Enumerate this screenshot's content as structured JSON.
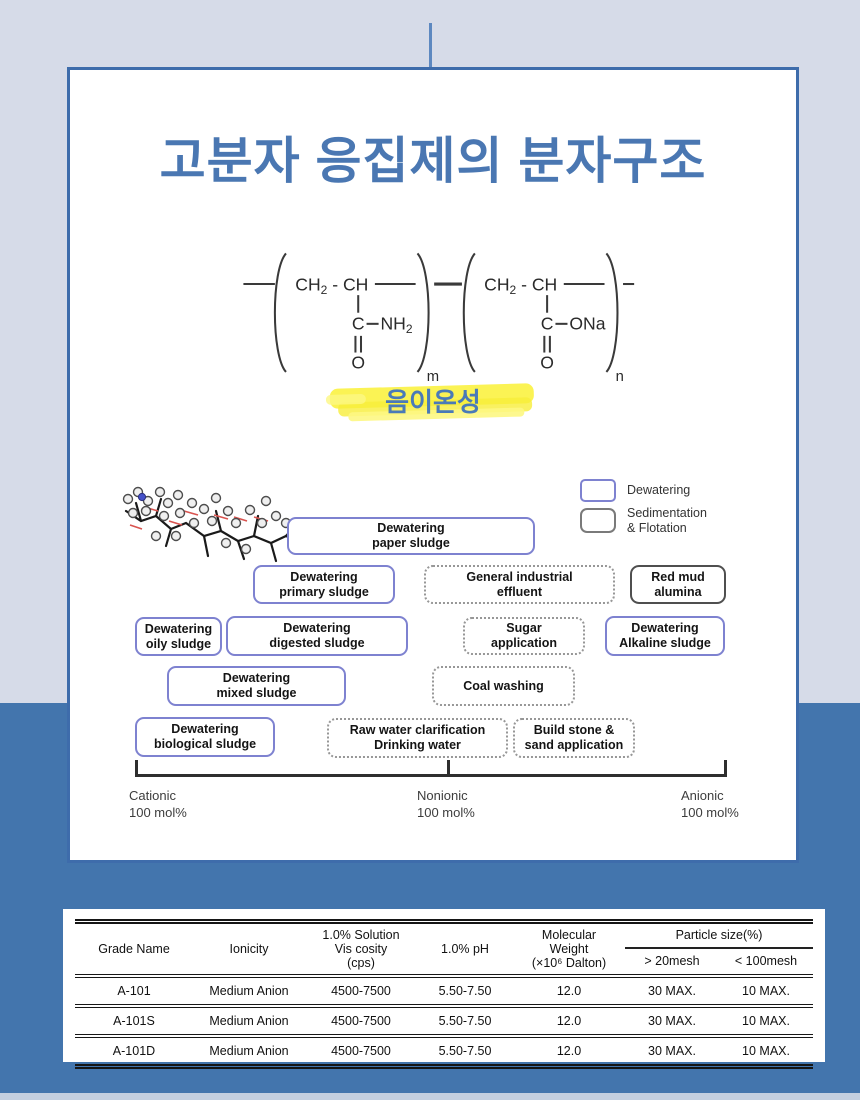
{
  "title": "고분자 응집제의 분자구조",
  "highlight_label": "음이온성",
  "chem": {
    "m": {
      "ch2": "CH",
      "ch2sub": "2",
      "rest": " - CH",
      "c": "C",
      "grp": "NH",
      "grpsub": "2",
      "o": "O",
      "idx": "m"
    },
    "n": {
      "ch2": "CH",
      "ch2sub": "2",
      "rest": " - CH",
      "c": "C",
      "grp": "ONa",
      "o": "O",
      "idx": "n"
    }
  },
  "legend": {
    "dewatering": "Dewatering",
    "sedimentation": "Sedimentation\n& Flotation"
  },
  "diagram": {
    "boxes": [
      {
        "label": "Dewatering\npaper sludge",
        "type": "dewatering"
      },
      {
        "label": "Dewatering\nprimary sludge",
        "type": "dewatering"
      },
      {
        "label": "General industrial\neffluent",
        "type": "sedimentation"
      },
      {
        "label": "Red mud\nalumina",
        "type": "sedimentation"
      },
      {
        "label": "Dewatering\noily sludge",
        "type": "dewatering"
      },
      {
        "label": "Dewatering\ndigested sludge",
        "type": "dewatering"
      },
      {
        "label": "Sugar\napplication",
        "type": "sedimentation"
      },
      {
        "label": "Dewatering\nAlkaline sludge",
        "type": "dewatering"
      },
      {
        "label": "Dewatering\nmixed sludge",
        "type": "dewatering"
      },
      {
        "label": "Coal washing",
        "type": "sedimentation"
      },
      {
        "label": "Dewatering\nbiological sludge",
        "type": "dewatering"
      },
      {
        "label": "Raw water clarification\nDrinking water",
        "type": "sedimentation"
      },
      {
        "label": "Build stone &\nsand application",
        "type": "sedimentation"
      }
    ],
    "axis": {
      "left": "Cationic\n100 mol%",
      "center": "Nonionic\n100 mol%",
      "right": "Anionic\n100 mol%"
    }
  },
  "table": {
    "headers": {
      "grade": "Grade Name",
      "ionicity": "Ionicity",
      "solution": "1.0% Solution\nVis cosity\n(cps)",
      "ph": "1.0% pH",
      "mw": "Molecular\nWeight\n(×10⁶ Dalton)",
      "particle_group": "Particle size(%)",
      "mesh20": "> 20mesh",
      "mesh100": "< 100mesh"
    },
    "rows": [
      [
        "A-101",
        "Medium Anion",
        "4500-7500",
        "5.50-7.50",
        "12.0",
        "30 MAX.",
        "10 MAX."
      ],
      [
        "A-101S",
        "Medium Anion",
        "4500-7500",
        "5.50-7.50",
        "12.0",
        "30 MAX.",
        "10 MAX."
      ],
      [
        "A-101D",
        "Medium Anion",
        "4500-7500",
        "5.50-7.50",
        "12.0",
        "30 MAX.",
        "10 MAX."
      ]
    ]
  },
  "colors": {
    "accent_blue": "#4a77b2",
    "background_blue": "#4375ad",
    "background_light": "#d6dbe8",
    "dewatering_border": "#7e82d0",
    "highlight_yellow": "#fbf24b"
  }
}
